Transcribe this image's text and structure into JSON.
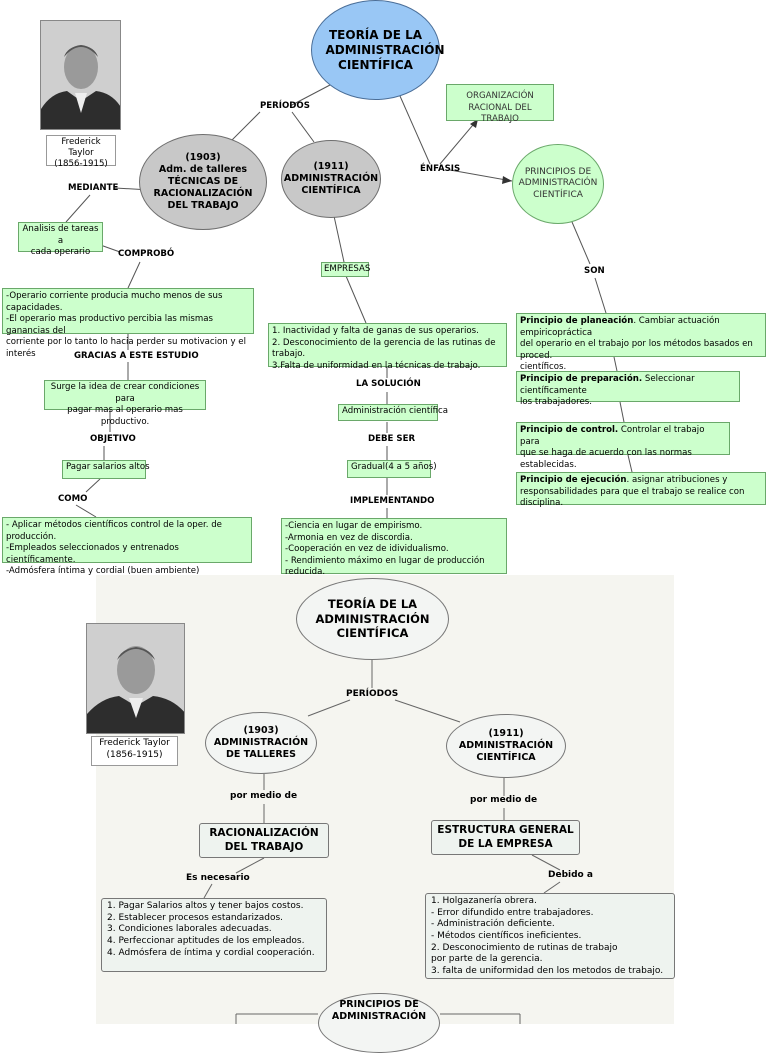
{
  "top": {
    "main_title": "TEORÍA DE LA ADMINISTRACIÓN CIENTÍFICA",
    "photo_caption": "Frederick Taylor\n(1856-1915)",
    "label_periodos": "PERÍODOS",
    "period_1903": "(1903)\nAdm. de talleres\nTÉCNICAS DE\nRACIONALIZACIÓN\nDEL TRABAJO",
    "period_1911": "(1911)\nADMINISTRACIÓN\nCIENTÍFICA",
    "label_enfasis": "ÉNFASIS",
    "organizacion": "ORGANIZACIÓN\nRACIONAL DEL TRABAJO",
    "principios": "PRINCIPIOS DE\nADMINISTRACIÓN\nCIENTÍFICA",
    "label_mediante": "MEDIANTE",
    "analisis": "Analisis de tareas a\ncada operario",
    "label_comprobo": "COMPROBÓ",
    "comprobo_text": "-Operario corriente producia mucho menos de sus capacidades.\n-El operario mas productivo percibia las mismas ganancias del\ncorriente por lo tanto lo hacia perder su motivacion y el interés",
    "label_gracias": "GRACIAS A ESTE ESTUDIO",
    "surge": "Surge la idea de crear condiciones para\npagar mas al operario mas productivo.",
    "label_objetivo": "OBJETIVO",
    "pagar": "Pagar salarios altos",
    "label_como": "COMO",
    "como_text": "- Aplicar métodos científicos control de la oper. de producción.\n-Empleados seleccionados y entrenados científicamente.\n-Admósfera íntima y cordial (buen ambiente)",
    "empresas": "EMPRESAS",
    "empresas_text": "1. Inactividad y falta de ganas de sus operarios.\n2. Desconocimiento de la gerencia de las rutinas de trabajo.\n3.Falta de uniformidad en la técnicas de trabajo.",
    "label_solucion": "LA SOLUCIÓN",
    "adm_cientifica": "Administración científica",
    "label_debe_ser": "DEBE SER",
    "gradual": "Gradual(4 a 5 años)",
    "label_implementando": "IMPLEMENTANDO",
    "implementando_text": "-Ciencia en lugar de empirismo.\n-Armonia en vez de discordia.\n-Cooperación en vez de idividualismo.\n- Rendimiento máximo en lugar de producción reducida.",
    "label_son": "SON",
    "principles": [
      {
        "title": "Principio de planeación",
        "text": ". Cambiar actuación empiricopráctica\ndel operario en el trabajo por los métodos basados en proced.\ncientíficos."
      },
      {
        "title": "Principio de preparación.",
        "text": "  Seleccionar científicamente\nlos trabajadores."
      },
      {
        "title": "Principio de control.",
        "text": " Controlar el trabajo para\nque se haga de acuerdo con las normas establecidas."
      },
      {
        "title": "Principio de ejecución",
        "text": ".  asignar atribuciones y\n responsabilidades para que el trabajo se realice con disciplina."
      }
    ]
  },
  "bottom": {
    "main_title": "TEORÍA DE LA\nADMINISTRACIÓN\nCIENTÍFICA",
    "photo_caption": "Frederick Taylor\n(1856-1915)",
    "label_periodos": "PERÍODOS",
    "period_1903": "(1903)\nADMINISTRACIÓN\nDE TALLERES",
    "period_1911": "(1911)\nADMINISTRACIÓN\nCIENTÍFICA",
    "por_medio_1": "por medio de",
    "por_medio_2": "por medio de",
    "racionalizacion": "RACIONALIZACIÓN\nDEL TRABAJO",
    "estructura": "ESTRUCTURA GENERAL\nDE LA EMPRESA",
    "es_necesario": "Es necesario",
    "debido_a": "Debido a",
    "necesario_text": "1. Pagar Salarios altos y tener bajos costos.\n2. Establecer procesos estandarizados.\n3. Condiciones laborales adecuadas.\n4. Perfeccionar aptitudes de los empleados.\n4. Admósfera de íntima y cordial cooperación.",
    "debido_text": "1. Holgazanería obrera.\n- Error difundido entre trabajadores.\n- Administración deficiente.\n- Métodos científicos ineficientes.\n2. Desconocimiento de rutinas de trabajo\npor parte de la gerencia.\n3. falta de uniformidad den los metodos de trabajo.",
    "principios": "PRINCIPIOS DE\nADMINISTRACIÓN"
  },
  "colors": {
    "blue_node": "#99c7f5",
    "gray_node": "#c8c8c8",
    "green_box": "#ccffcc",
    "pale_box": "#eef3ef"
  }
}
